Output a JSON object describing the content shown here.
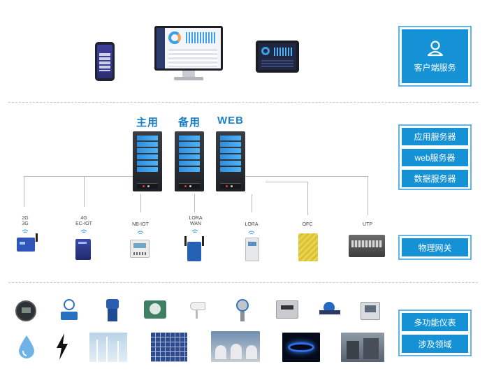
{
  "panels": {
    "client": "客户端服务",
    "servers": [
      "应用服务器",
      "web服务器",
      "数据服务器"
    ],
    "gateway": "物理网关",
    "domains": [
      "多功能仪表",
      "涉及领域"
    ]
  },
  "servers": {
    "labels": [
      "主用",
      "备用",
      "WEB"
    ]
  },
  "gateways": [
    {
      "line1": "2G",
      "line2": "3G"
    },
    {
      "line1": "4G",
      "line2": "EC-IOT"
    },
    {
      "line1": "NB-IOT",
      "line2": ""
    },
    {
      "line1": "LORA",
      "line2": "WAN"
    },
    {
      "line1": "LORA",
      "line2": ""
    },
    {
      "line1": "OFC",
      "line2": ""
    },
    {
      "line1": "UTP",
      "line2": ""
    }
  ],
  "colors": {
    "accent": "#1591d5",
    "panel_border": "#5fb6e4",
    "server_label": "#1a7fc4"
  },
  "icons": {
    "client_panel": "user-icon",
    "phone": "smartphone-icon",
    "monitor": "desktop-monitor-icon",
    "tablet": "tablet-icon"
  }
}
